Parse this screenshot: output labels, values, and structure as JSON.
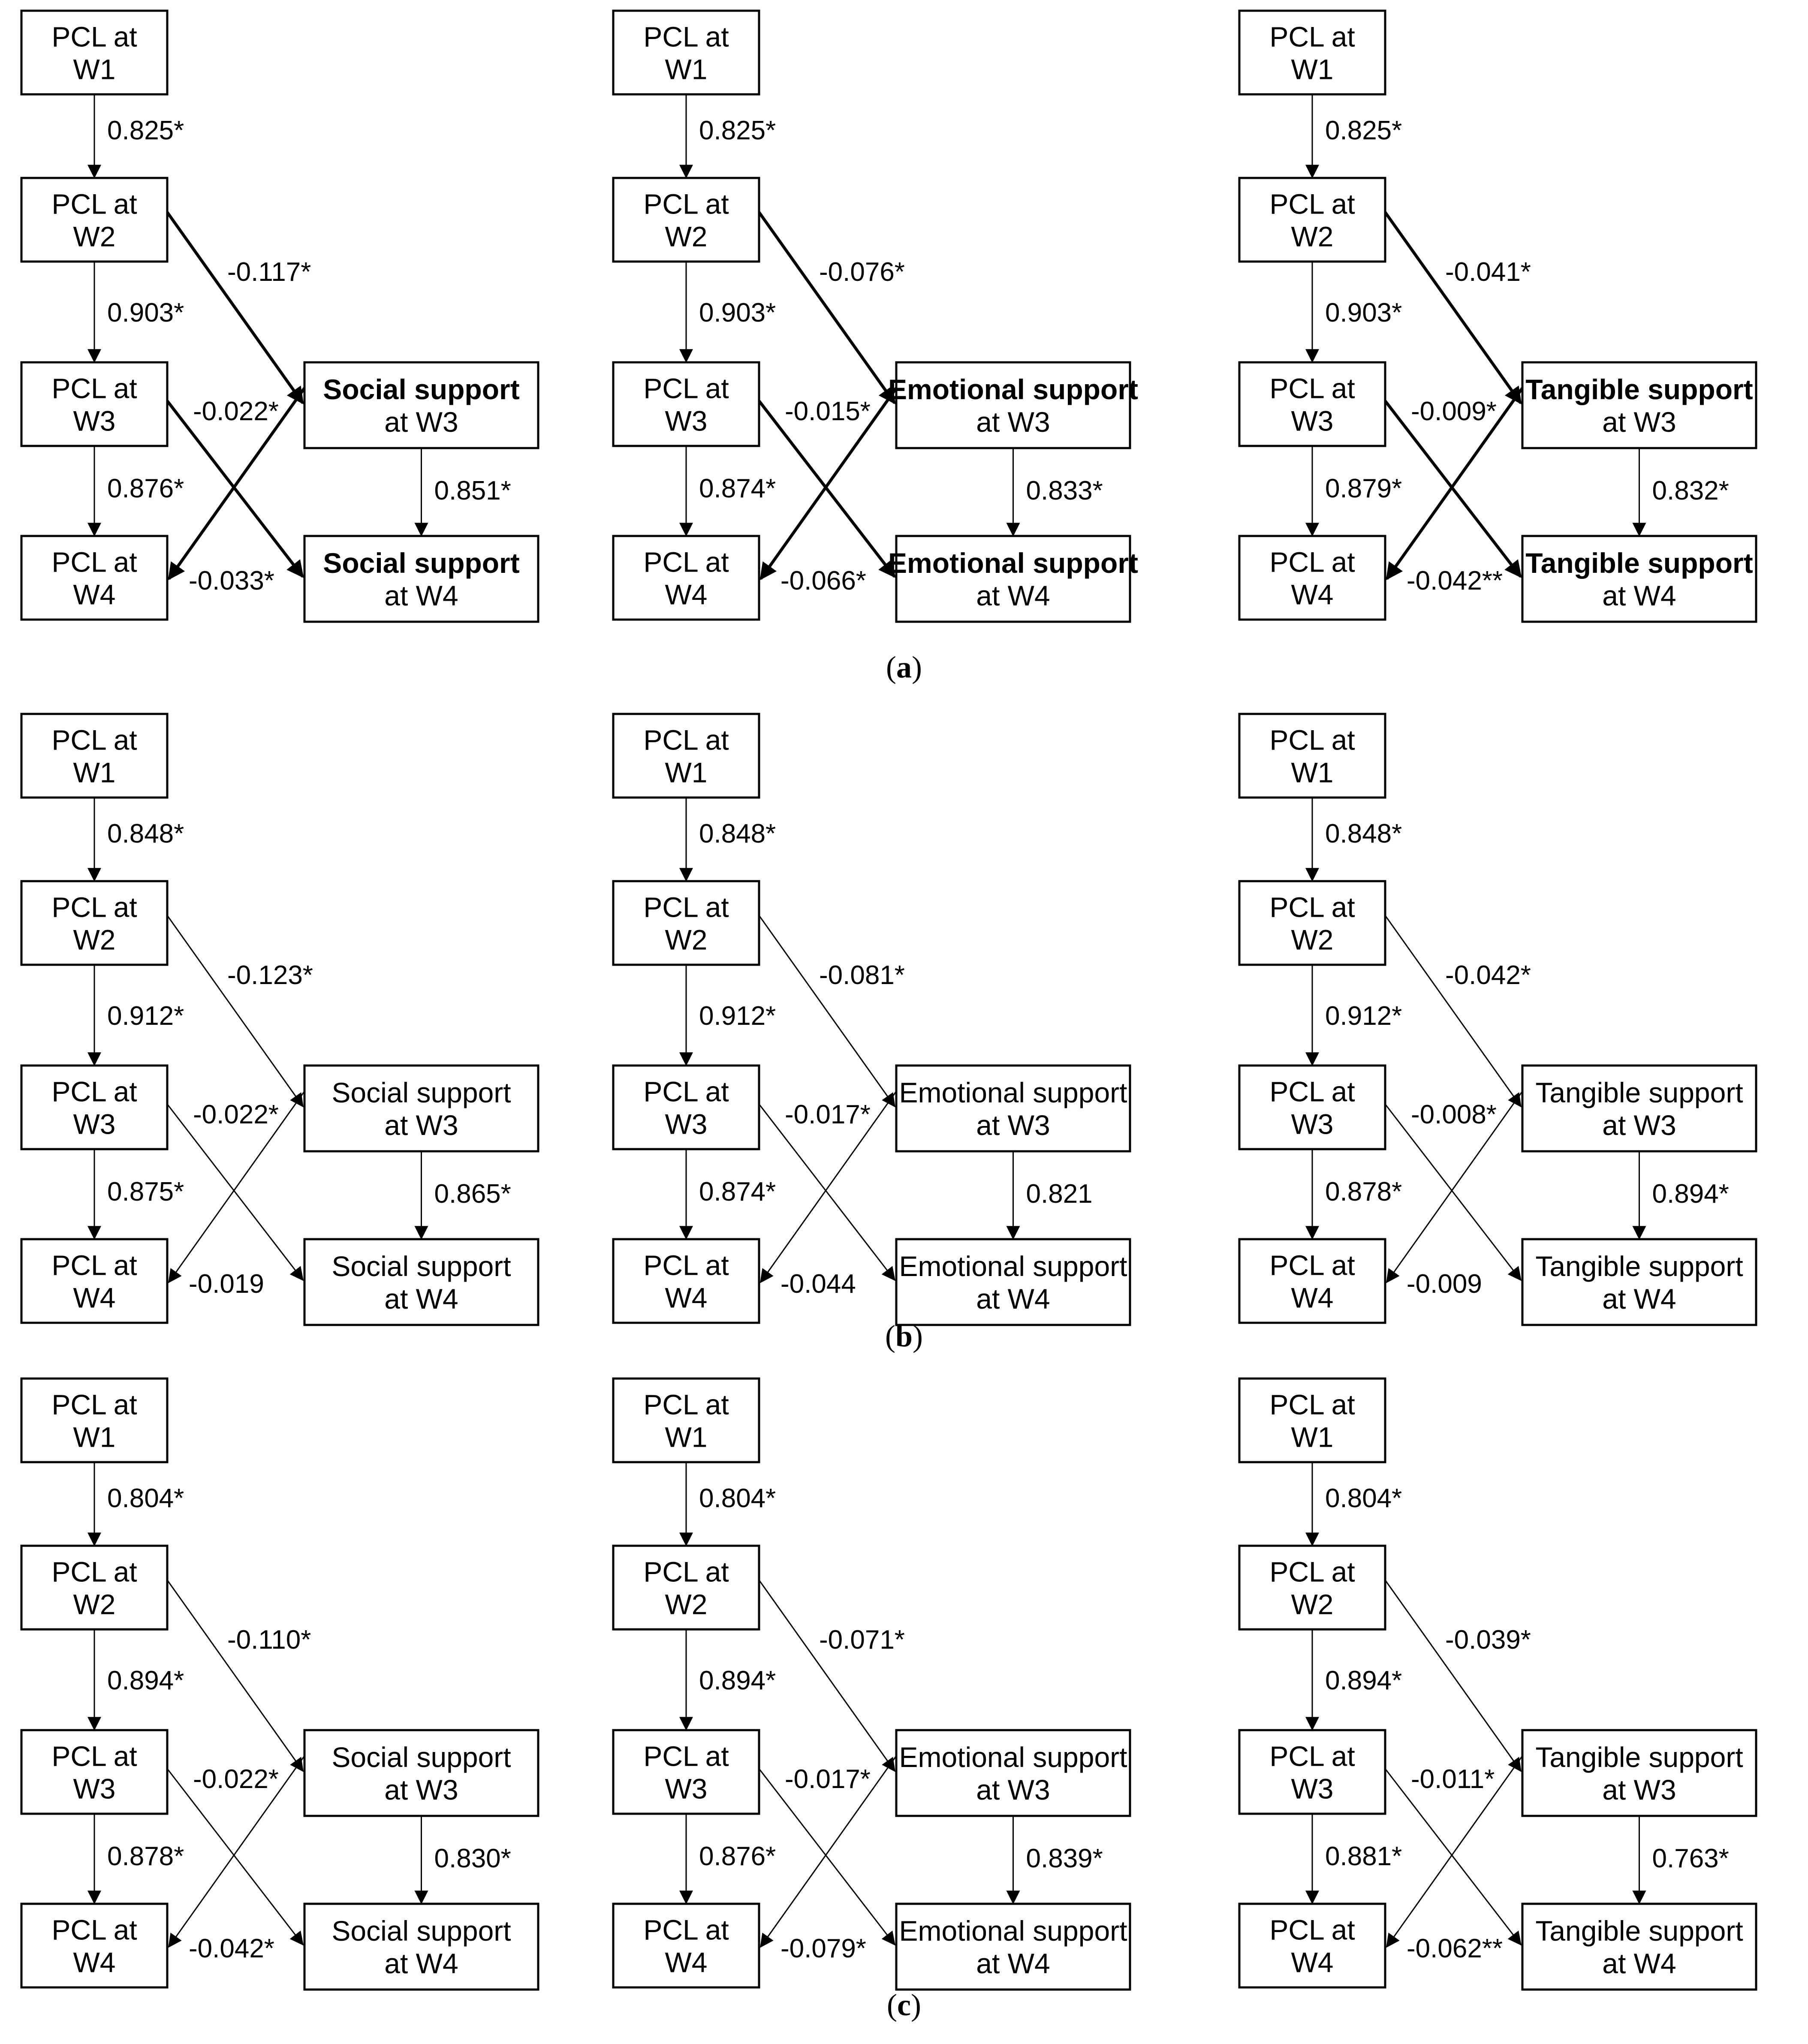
{
  "labels": {
    "pcl_w1": [
      "PCL at",
      "W1"
    ],
    "pcl_w2": [
      "PCL at",
      "W2"
    ],
    "pcl_w3": [
      "PCL at",
      "W3"
    ],
    "pcl_w4": [
      "PCL at",
      "W4"
    ],
    "social_w3": [
      "Social support",
      "at W3"
    ],
    "social_w4": [
      "Social support",
      "at W4"
    ],
    "emotional_w3": [
      "Emotional support",
      "at W3"
    ],
    "emotional_w4": [
      "Emotional support",
      "at W4"
    ],
    "tangible_w3": [
      "Tangible support",
      "at W3"
    ],
    "tangible_w4": [
      "Tangible support",
      "at W4"
    ]
  },
  "panels": [
    {
      "letter": "a",
      "models": [
        {
          "support": "social",
          "bold": true,
          "coef": {
            "w1_w2": "0.825*",
            "w2_w3": "0.903*",
            "w3_w4": "0.876*",
            "w2_s3": "-0.117*",
            "w3_s4": "-0.022*",
            "s3_w4": "-0.033*",
            "s3_s4": "0.851*"
          }
        },
        {
          "support": "emotional",
          "bold": true,
          "coef": {
            "w1_w2": "0.825*",
            "w2_w3": "0.903*",
            "w3_w4": "0.874*",
            "w2_s3": "-0.076*",
            "w3_s4": "-0.015*",
            "s3_w4": "-0.066*",
            "s3_s4": "0.833*"
          }
        },
        {
          "support": "tangible",
          "bold": true,
          "coef": {
            "w1_w2": "0.825*",
            "w2_w3": "0.903*",
            "w3_w4": "0.879*",
            "w2_s3": "-0.041*",
            "w3_s4": "-0.009*",
            "s3_w4": "-0.042**",
            "s3_s4": "0.832*"
          }
        }
      ]
    },
    {
      "letter": "b",
      "models": [
        {
          "support": "social",
          "bold": false,
          "coef": {
            "w1_w2": "0.848*",
            "w2_w3": "0.912*",
            "w3_w4": "0.875*",
            "w2_s3": "-0.123*",
            "w3_s4": "-0.022*",
            "s3_w4": "-0.019",
            "s3_s4": "0.865*"
          }
        },
        {
          "support": "emotional",
          "bold": false,
          "coef": {
            "w1_w2": "0.848*",
            "w2_w3": "0.912*",
            "w3_w4": "0.874*",
            "w2_s3": "-0.081*",
            "w3_s4": "-0.017*",
            "s3_w4": "-0.044",
            "s3_s4": "0.821"
          }
        },
        {
          "support": "tangible",
          "bold": false,
          "coef": {
            "w1_w2": "0.848*",
            "w2_w3": "0.912*",
            "w3_w4": "0.878*",
            "w2_s3": "-0.042*",
            "w3_s4": "-0.008*",
            "s3_w4": "-0.009",
            "s3_s4": "0.894*"
          }
        }
      ]
    },
    {
      "letter": "c",
      "models": [
        {
          "support": "social",
          "bold": false,
          "coef": {
            "w1_w2": "0.804*",
            "w2_w3": "0.894*",
            "w3_w4": "0.878*",
            "w2_s3": "-0.110*",
            "w3_s4": "-0.022*",
            "s3_w4": "-0.042*",
            "s3_s4": "0.830*"
          }
        },
        {
          "support": "emotional",
          "bold": false,
          "coef": {
            "w1_w2": "0.804*",
            "w2_w3": "0.894*",
            "w3_w4": "0.876*",
            "w2_s3": "-0.071*",
            "w3_s4": "-0.017*",
            "s3_w4": "-0.079*",
            "s3_s4": "0.839*"
          }
        },
        {
          "support": "tangible",
          "bold": false,
          "coef": {
            "w1_w2": "0.804*",
            "w2_w3": "0.894*",
            "w3_w4": "0.881*",
            "w2_s3": "-0.039*",
            "w3_s4": "-0.011*",
            "s3_w4": "-0.062**",
            "s3_s4": "0.763*"
          }
        }
      ]
    }
  ]
}
